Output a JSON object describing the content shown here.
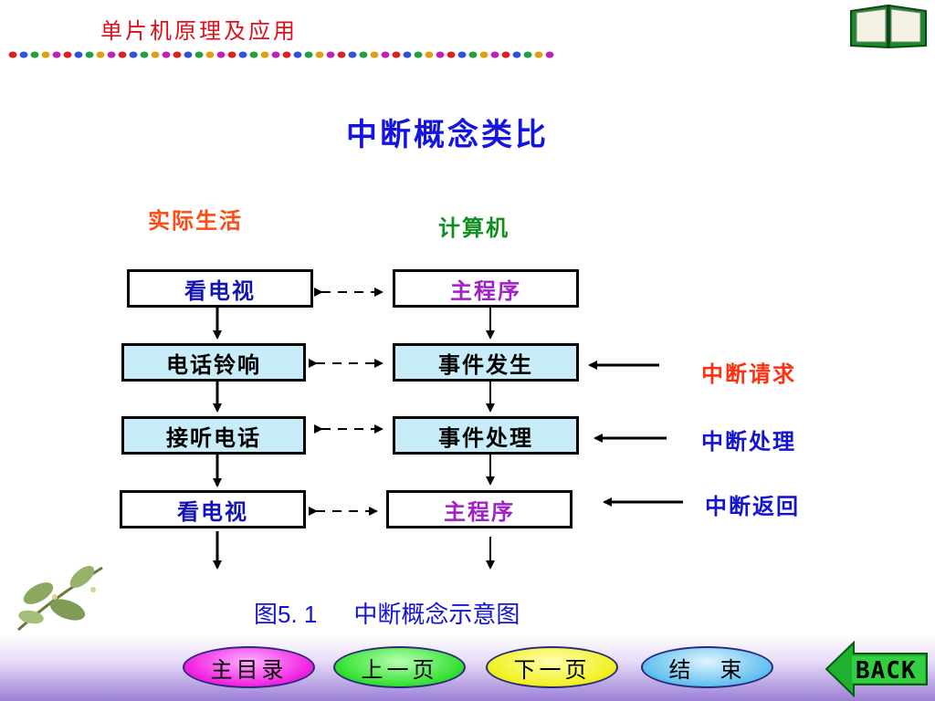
{
  "header": {
    "course_title": "单片机原理及应用"
  },
  "slide": {
    "title": "中断概念类比",
    "column_life": "实际生活",
    "column_computer": "计算机"
  },
  "diagram": {
    "life_steps": [
      "看电视",
      "电话铃响",
      "接听电话",
      "看电视"
    ],
    "computer_steps": [
      "主程序",
      "事件发生",
      "事件处理",
      "主程序"
    ],
    "side_labels": [
      "中断请求",
      "中断处理",
      "中断返回"
    ]
  },
  "caption": {
    "number": "图5. 1",
    "text": "中断概念示意图"
  },
  "nav": {
    "main_menu": "主目录",
    "prev": "上一页",
    "next": "下一页",
    "end": "结　束",
    "back": "BACK"
  },
  "colors": {
    "course_title": "#e0101a",
    "title": "#1414e0",
    "life_head": "#ff4a10",
    "computer_head": "#0f8f20",
    "box_cyan": "#c8ecf8"
  },
  "icons": {
    "book": "open-book-icon",
    "plant": "leaf-sprig-decoration",
    "back": "back-arrow-icon"
  }
}
